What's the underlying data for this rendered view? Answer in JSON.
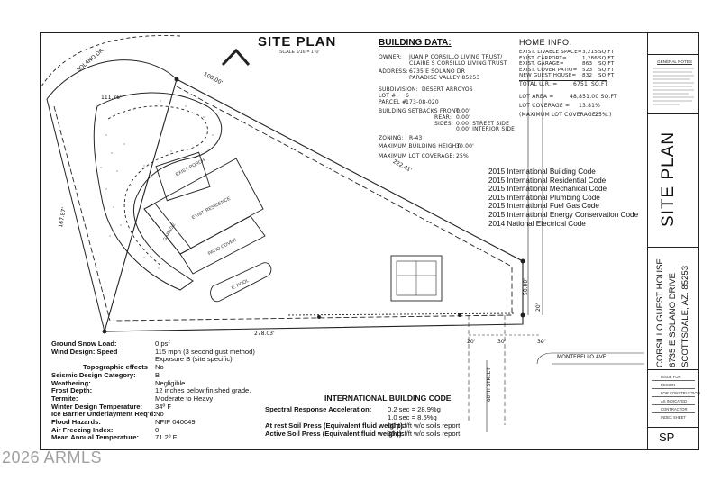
{
  "sheet": {
    "title": "SITE PLAN",
    "scale": "SCALE 1/16\"= 1'-0\"",
    "watermark": "2026 ARMLS",
    "sheet_title_vertical": "SITE PLAN",
    "sheet_id": "SP",
    "project_lines": [
      "CORSILLO GUEST HOUSE",
      "6735 E SOLANO DRIVE",
      "SCOTTSDALE, AZ. 85253"
    ],
    "general_notes_title": "GENERAL NOTES",
    "notes_small": [
      "ISSUE FOR",
      "DESIGN",
      "FOR CONSTRUCTION",
      "AS INDICATED",
      "CONTRACTOR",
      "INDEX SHEET"
    ]
  },
  "building_data": {
    "heading": "BUILDING DATA:",
    "owner_label": "OWNER:",
    "owner_lines": [
      "JUAN P CORSILLO LIVING TRUST/",
      "CLAIRE S CORSILLO LIVING TRUST"
    ],
    "address_label": "ADDRESS:",
    "address_lines": [
      "6735 E SOLANO DR",
      "PARADISE VALLEY 85253"
    ],
    "subdivision_label": "SUBDIVISION:",
    "subdivision": "DESERT ARROYOS",
    "lot_label": "LOT #:",
    "lot": "6",
    "parcel_label": "PARCEL #:",
    "parcel": "173-08-020",
    "setbacks_label": "BUILDING SETBACKS FRONT:",
    "front": "0.00'",
    "rear_label": "REAR:",
    "rear": "0.00'",
    "sides_label": "SIDES:",
    "sides": [
      "0.00' STREET SIDE",
      "0.00' INTERIOR SIDE"
    ],
    "zoning_label": "ZONING:",
    "zoning": "R-43",
    "max_height_label": "MAXIMUM BUILDING HEIGHT:",
    "max_height": "30.00'",
    "max_coverage_label": "MAXIMUM LOT COVERAGE:",
    "max_coverage": "25%"
  },
  "home_info": {
    "heading": "HOME INFO.",
    "rows": [
      {
        "label": "EXIST. LIVABLE SPACE=",
        "value": "3,215",
        "unit": "SQ.FT"
      },
      {
        "label": "EXIST. CARPORT=",
        "value": "1,286",
        "unit": "SQ.FT"
      },
      {
        "label": "EXIST. GARAGE=",
        "value": "863",
        "unit": "SQ.FT"
      },
      {
        "label": "EXIST. COVER PATIO=",
        "value": "523",
        "unit": "SQ.FT"
      },
      {
        "label": "NEW GUEST HOUSE=",
        "value": "832",
        "unit": "SQ.FT"
      }
    ],
    "total_label": "TOTAL U.R. =",
    "total_value": "6751",
    "total_unit": "SQ.FT",
    "lot_area_label": "LOT AREA =",
    "lot_area": "48,851.00 SQ.FT",
    "lot_coverage_label": "LOT COVERAGE =",
    "lot_coverage": "13.81%",
    "max_label": "(MAXIMUM LOT COVERAGE:",
    "max_value": "25%.)"
  },
  "codes": [
    "2015 International Building Code",
    "2015 International Residential Code",
    "2015 International Mechanical Code",
    "2015 International Plumbing Code",
    "2015 International Fuel Gas Code",
    "2015 International Energy Conservation Code",
    "2014 National Electrical Code"
  ],
  "weather": [
    {
      "label": "Ground Snow Load:",
      "value": "0 psf"
    },
    {
      "label": "Wind Design: Speed",
      "value": "115 mph (3 second  gust method)"
    },
    {
      "label": "",
      "value": "Exposure B (site specific)"
    },
    {
      "label": "Topographic effects",
      "value": "No"
    },
    {
      "label": "Seismic Design Category:",
      "value": "B"
    },
    {
      "label": "Weathering:",
      "value": "Negligible"
    },
    {
      "label": "Frost Depth:",
      "value": "12 inches below finished grade."
    },
    {
      "label": "Termite:",
      "value": "Moderate to Heavy"
    },
    {
      "label": "Winter Design Temperature:",
      "value": "34º F"
    },
    {
      "label": "Ice Barrier Underlayment Req'd:",
      "value": "No"
    },
    {
      "label": "Flood Hazards:",
      "value": "NFIP 040049"
    },
    {
      "label": "Air Freezing Index:",
      "value": "0"
    },
    {
      "label": "Mean Annual Temperature:",
      "value": "71.2º F"
    }
  ],
  "ibc": {
    "heading": "INTERNATIONAL BUILDING CODE",
    "spectral_label": "Spectral Response Acceleration:",
    "spectral_values": [
      "0.2 sec = 28.9%g",
      "1.0 sec = 8.5%g"
    ],
    "at_rest_label": "At rest Soil Press (Equivalent fluid weight):",
    "at_rest_value": "60 psf/ft w/o soils report",
    "active_label": "Active Soil Press (Equivalent fluid weight):",
    "active_value": "35 psf/ft w/o soils report"
  },
  "plan_labels": {
    "street": "SOLANO DR.",
    "street2": "68TH STREET",
    "street3": "MONTEBELLO AVE.",
    "d1": "100.00'",
    "d2": "111.76'",
    "d3": "167.87'",
    "d4": "222.41'",
    "d5": "278.03'",
    "d6": "50.00'",
    "d7": "20'",
    "d8": "20'",
    "d9": "30'",
    "d10": "30'",
    "porch": "EXIST. PORCH",
    "residence": "EXIST. RESIDENCE",
    "garage": "GARAGE",
    "patio": "PATIO COVER",
    "pool": "E. POOL"
  },
  "colors": {
    "line": "#222222",
    "fill": "#ffffff",
    "watermark": "#808080"
  }
}
